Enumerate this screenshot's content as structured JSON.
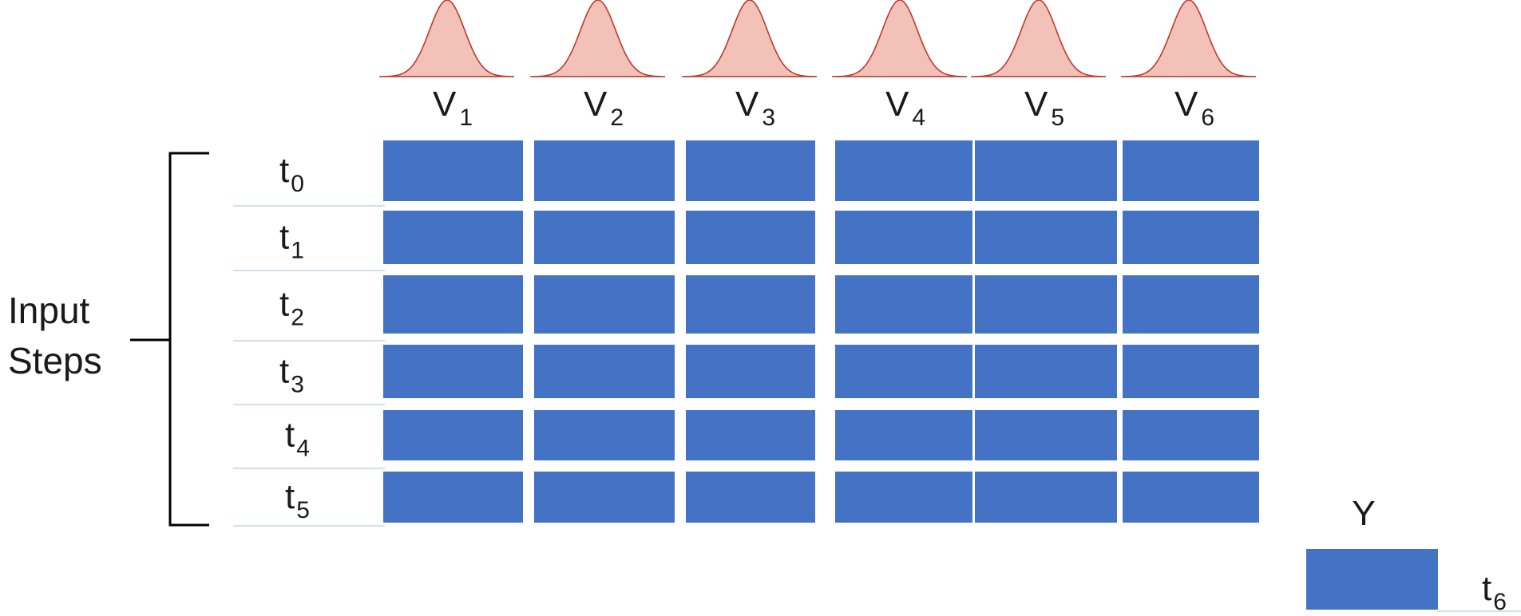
{
  "variables": [
    {
      "letter": "V",
      "sub": "1"
    },
    {
      "letter": "V",
      "sub": "2"
    },
    {
      "letter": "V",
      "sub": "3"
    },
    {
      "letter": "V",
      "sub": "4"
    },
    {
      "letter": "V",
      "sub": "5"
    },
    {
      "letter": "V",
      "sub": "6"
    }
  ],
  "steps": [
    {
      "letter": "t",
      "sub": "0"
    },
    {
      "letter": "t",
      "sub": "1"
    },
    {
      "letter": "t",
      "sub": "2"
    },
    {
      "letter": "t",
      "sub": "3"
    },
    {
      "letter": "t",
      "sub": "4"
    },
    {
      "letter": "t",
      "sub": "5"
    }
  ],
  "input_label": {
    "line1": "Input",
    "line2": "Steps"
  },
  "target": {
    "label": "Y",
    "step": {
      "letter": "t",
      "sub": "6"
    }
  },
  "colors": {
    "cell": "#4472c4",
    "curve_fill": "#f2c1b8",
    "curve_stroke": "#c0392b",
    "row_line": "#c6d3ec",
    "bracket": "#000000"
  }
}
